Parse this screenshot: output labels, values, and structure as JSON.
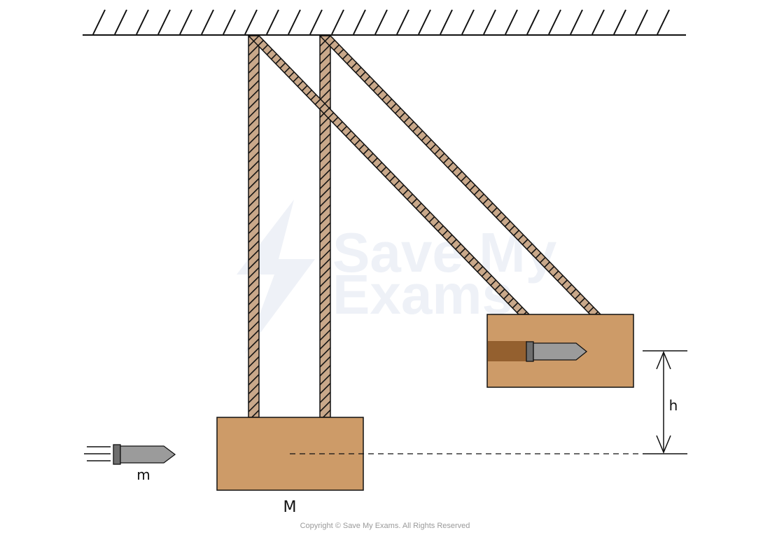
{
  "labels": {
    "bullet_mass": "m",
    "block_mass": "M",
    "height": "h"
  },
  "copyright": "Copyright © Save My Exams. All Rights Reserved",
  "watermark": {
    "line1": "Save My",
    "line2": "Exams"
  },
  "colors": {
    "rope": "#c9a88a",
    "block": "#cd9b68",
    "bullet": "#9b9b9b",
    "bullet_base": "#6e6e6e",
    "embed_hole": "#94602f",
    "outline": "#111111"
  }
}
